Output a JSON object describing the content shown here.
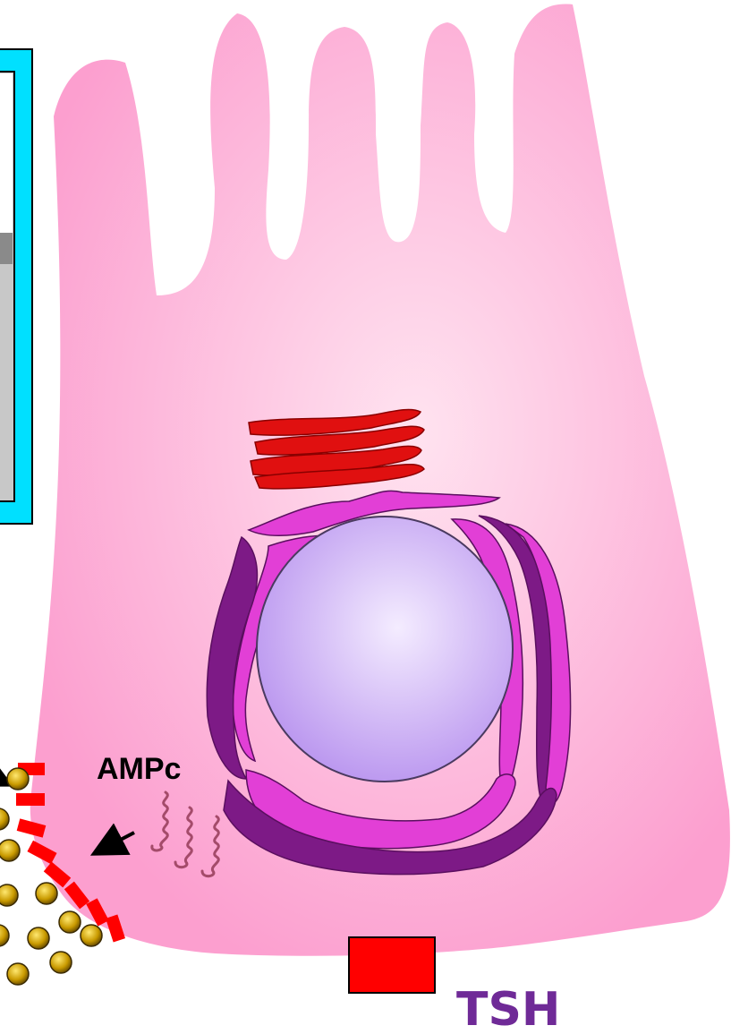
{
  "labels": {
    "ampc": "AMPc",
    "tsh": "TSH"
  },
  "colors": {
    "cell": "#fc9fcf",
    "cell_highlight": "#ffe3f0",
    "nucleus": "#c9a6f4",
    "nucleus_highlight": "#f4ecff",
    "golgi": "#e01010",
    "er_light": "#e23fd6",
    "er_dark": "#7d1a86",
    "vesicle": "#c99a00",
    "receptor": "#ff0000",
    "tsh_text": "#6f2a97",
    "panel_border": "#00e0ff",
    "panel_gray_dark": "#8a8a8a",
    "panel_gray_light": "#c8c8c8",
    "thyroglobulin": "#a44b6a"
  },
  "icons": [
    "golgi-apparatus",
    "endoplasmic-reticulum",
    "nucleus",
    "receptor",
    "vesicle",
    "arrow"
  ]
}
